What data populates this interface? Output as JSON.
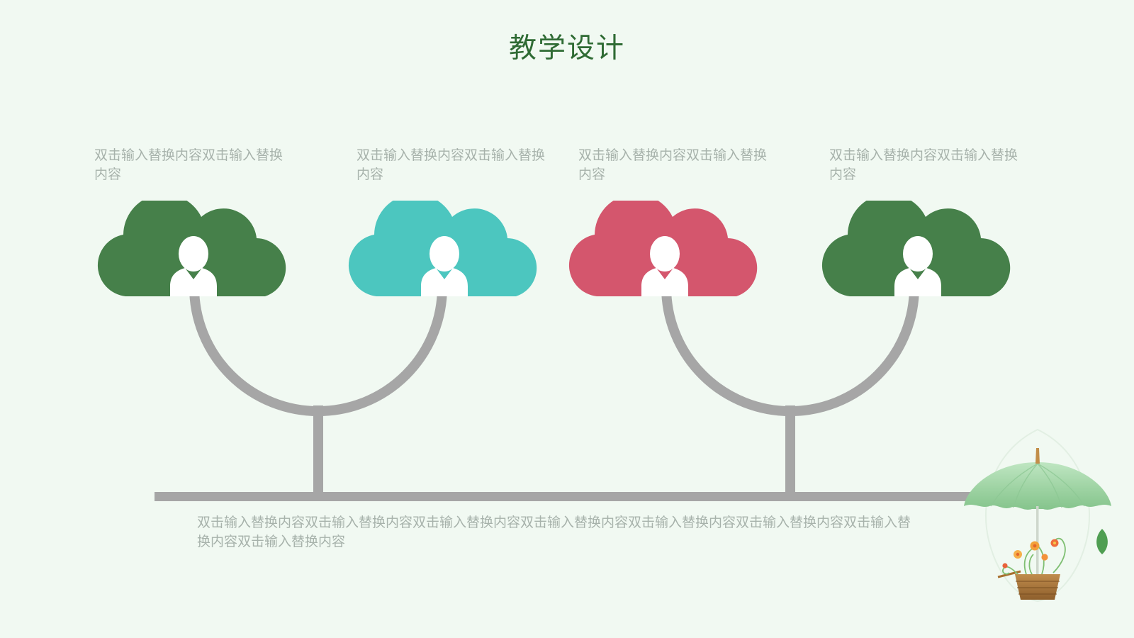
{
  "slide": {
    "title": "教学设计",
    "background_color": "#f1f9f2",
    "title_color": "#2f6b34",
    "text_color": "#a7b2ab",
    "connector_color": "#a6a6a6"
  },
  "nodes": [
    {
      "index": 1,
      "caption": "双击输入替换内容双击输入替换内容",
      "color": "#46804a",
      "icon": "person-icon"
    },
    {
      "index": 2,
      "caption": "双击输入替换内容双击输入替换内容",
      "color": "#4cc6bf",
      "icon": "person-icon"
    },
    {
      "index": 3,
      "caption": "双击输入替换内容双击输入替换内容",
      "color": "#d4566d",
      "icon": "person-icon"
    },
    {
      "index": 4,
      "caption": "双击输入替换内容双击输入替换内容",
      "color": "#46804a",
      "icon": "person-icon"
    }
  ],
  "summary": {
    "text": "双击输入替换内容双击输入替换内容双击输入替换内容双击输入替换内容双击输入替换内容双击输入替换内容双击输入替换内容双击输入替换内容"
  },
  "decoration": {
    "name": "umbrella-flower-basket",
    "canopy_color": "#9fd4a4",
    "basket_color": "#b07b3e",
    "flower_color": "#f0912f",
    "leaf_drop_color": "#4f9e52"
  }
}
